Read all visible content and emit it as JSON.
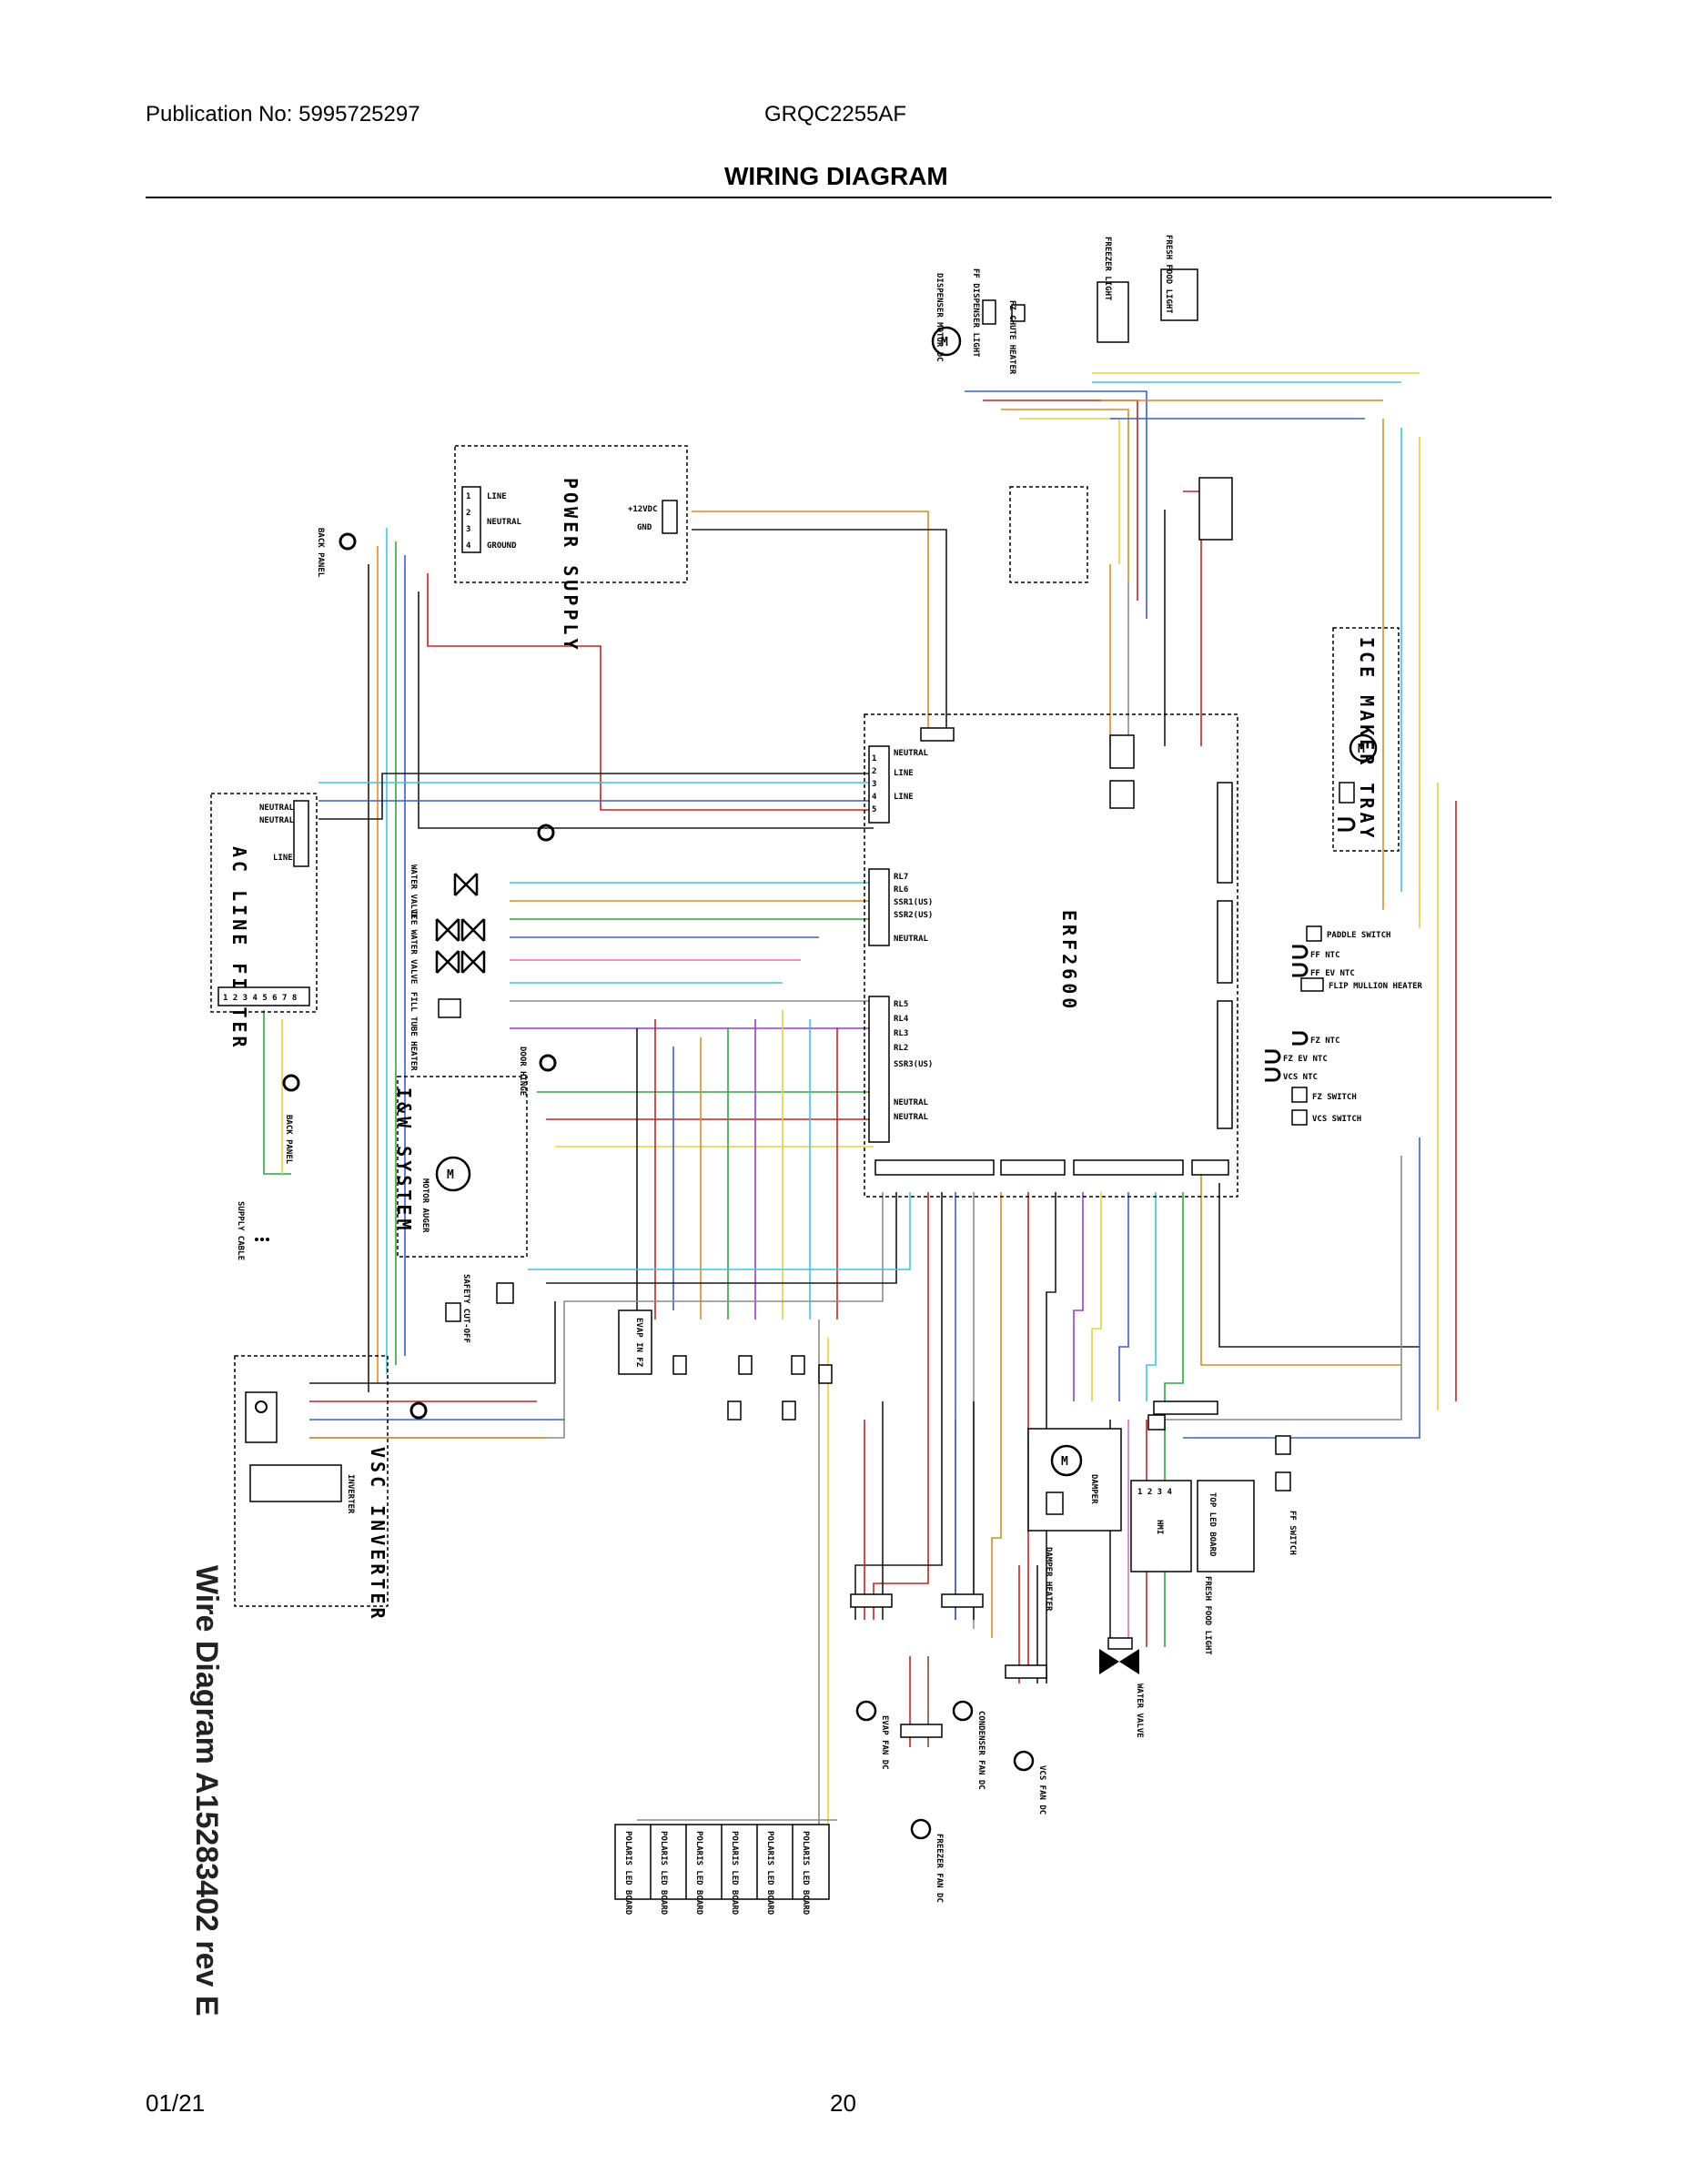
{
  "header": {
    "publication": "Publication No: 5995725297",
    "model": "GRQC2255AF",
    "title": "WIRING DIAGRAM"
  },
  "footer": {
    "date": "01/21",
    "page": "20"
  },
  "diagram": {
    "revision": "Wire Diagram A15283402 rev E",
    "main_board": "ERF2600",
    "power_supply": "POWER SUPPLY",
    "ac_line_filter": "AC LINE FILTER",
    "iw_system": "I&W SYSTEM",
    "vsc_inverter": "VSC INVERTER",
    "inverter_sub": "INVERTER",
    "ice_maker": "ICE MAKER TRAY",
    "damper": "DAMPER",
    "supply_cable": "SUPPLY CABLE",
    "back_panel": "BACK PANEL",
    "ps_pins": [
      "LINE",
      "NEUTRAL",
      "GROUND"
    ],
    "ps_out": [
      "+12VDC",
      "GND"
    ],
    "filter_pins": [
      "NEUTRAL",
      "NEUTRAL",
      "LINE"
    ],
    "board_left_pins": [
      "NEUTRAL",
      "LINE",
      "LINE",
      "RL7",
      "RL6",
      "SSR1(US)",
      "SSR2(US)",
      "NEUTRAL",
      "RL5",
      "RL4",
      "RL3",
      "RL2",
      "SSR3(US)",
      "NEUTRAL",
      "NEUTRAL"
    ],
    "board_right_labels": [
      "PADDLE SWITCH",
      "FF NTC",
      "FF EV NTC",
      "FLIP MULLION HEATER",
      "FZ NTC",
      "FZ EV NTC",
      "VCS NTC",
      "FZ SWITCH",
      "VCS SWITCH"
    ],
    "loads_left": [
      "WATER VALVE",
      "ICE WATER VALVE",
      "FILL TUBE HEATER",
      "DOOR HINGE",
      "MOTOR AUGER",
      "SAFETY CUT-OFF"
    ],
    "loads_bottom": [
      "EVAP IN FZ",
      "EVAP FAN DC",
      "CONDENSER FAN DC",
      "FREEZER FAN DC",
      "VCS FAN DC",
      "DAMPER HEATER",
      "WATER VALVE",
      "HMI"
    ],
    "led_boards": [
      "POLARIS LED BOARD",
      "POLARIS LED BOARD",
      "POLARIS LED BOARD",
      "POLARIS LED BOARD",
      "POLARIS LED BOARD",
      "POLARIS LED BOARD"
    ],
    "top_loads": [
      "DISPENSER MOTOR DC",
      "FF DISPENSER LIGHT",
      "FZ CHUTE HEATER",
      "FREEZER LIGHT",
      "FRESH FOOD LIGHT"
    ],
    "right_loads": [
      "FF SWITCH",
      "FF SWITCH",
      "TOP LED BOARD",
      "FRESH FOOD LIGHT"
    ]
  },
  "colors": {
    "wire_blue": "#3b5bdc",
    "wire_red": "#d02020",
    "wire_orange": "#e08a20",
    "wire_cyan": "#39c6e6",
    "wire_green": "#2aa83a",
    "wire_yellow": "#e8d23a",
    "wire_purple": "#9b3bd0",
    "wire_black": "#1a1a1a",
    "wire_brown": "#8a4a2a",
    "wire_gray": "#8c8c8c",
    "wire_pink": "#e070b0"
  }
}
